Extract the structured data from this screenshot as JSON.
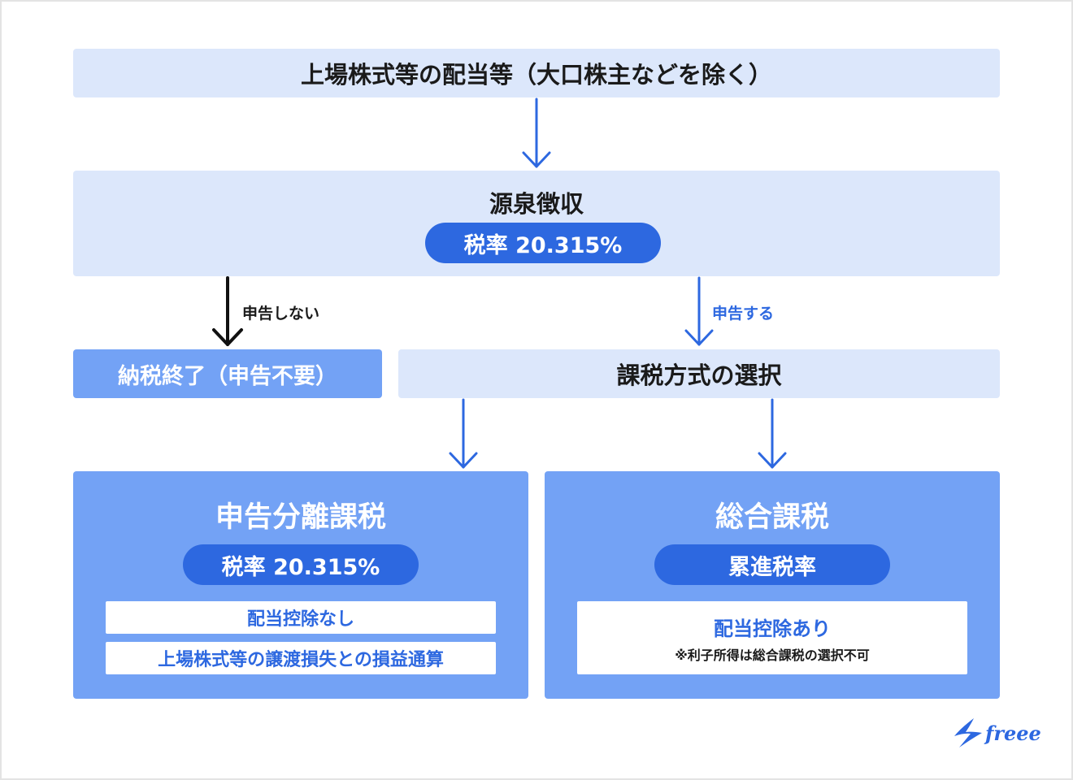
{
  "top_box": {
    "text": "上場株式等の配当等（大口株主などを除く）"
  },
  "withholding": {
    "title": "源泉徴収",
    "rate": "税率 20.315%"
  },
  "branch_no": {
    "label": "申告しない",
    "result": "納税終了（申告不要）"
  },
  "branch_yes": {
    "label": "申告する",
    "result": "課税方式の選択"
  },
  "separate": {
    "title": "申告分離課税",
    "rate": "税率 20.315%",
    "note1": "配当控除なし",
    "note2": "上場株式等の譲渡損失との損益通算"
  },
  "combined": {
    "title": "総合課税",
    "rate": "累進税率",
    "note1": "配当控除あり",
    "note2": "※利子所得は総合課税の選択不可"
  },
  "logo": {
    "text": "freee"
  },
  "colors": {
    "light_box": "#dce7fb",
    "mid_box": "#73a2f5",
    "accent": "#2d68e0",
    "text": "#1a1a1a"
  }
}
